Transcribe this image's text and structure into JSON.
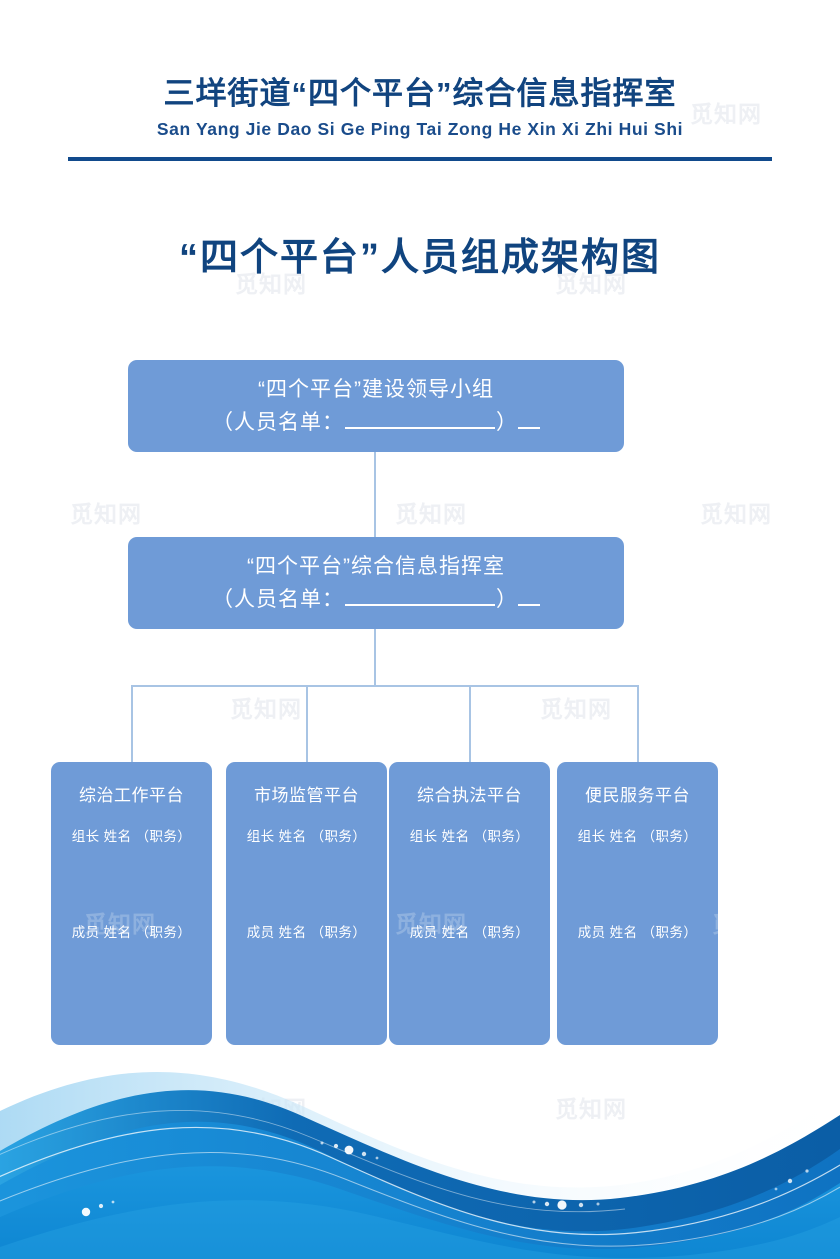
{
  "header": {
    "org_title": "三垟街道“四个平台”综合信息指挥室",
    "org_pinyin": "San Yang Jie Dao Si Ge Ping Tai Zong He Xin Xi Zhi Hui Shi"
  },
  "main_heading": "“四个平台”人员组成架构图",
  "chart_data": {
    "type": "diagram",
    "title": "“四个平台”人员组成架构图",
    "levels": [
      {
        "level": 1,
        "line1": "“四个平台”建设领导小组",
        "line2_prefix": "（人员名单：",
        "line2_suffix": "）"
      },
      {
        "level": 2,
        "line1": "“四个平台”综合信息指挥室",
        "line2_prefix": "（人员名单：",
        "line2_suffix": "）"
      }
    ],
    "leaves": [
      {
        "title": "综治工作平台",
        "leader": "组长  姓名  （职务）",
        "member": "成员  姓名  （职务）"
      },
      {
        "title": "市场监管平台",
        "leader": "组长  姓名  （职务）",
        "member": "成员  姓名  （职务）"
      },
      {
        "title": "综合执法平台",
        "leader": "组长  姓名  （职务）",
        "member": "成员  姓名  （职务）"
      },
      {
        "title": "便民服务平台",
        "leader": "组长  姓名  （职务）",
        "member": "成员  姓名  （职务）"
      }
    ]
  },
  "colors": {
    "node_fill": "#6f9bd7",
    "heading_blue": "#10447f",
    "rule_blue": "#114a8c",
    "connector": "#a8c4e4",
    "wave_blue": "#1b8ed6",
    "wave_deep": "#0b63ab"
  },
  "watermark": {
    "text": "觅知网"
  }
}
